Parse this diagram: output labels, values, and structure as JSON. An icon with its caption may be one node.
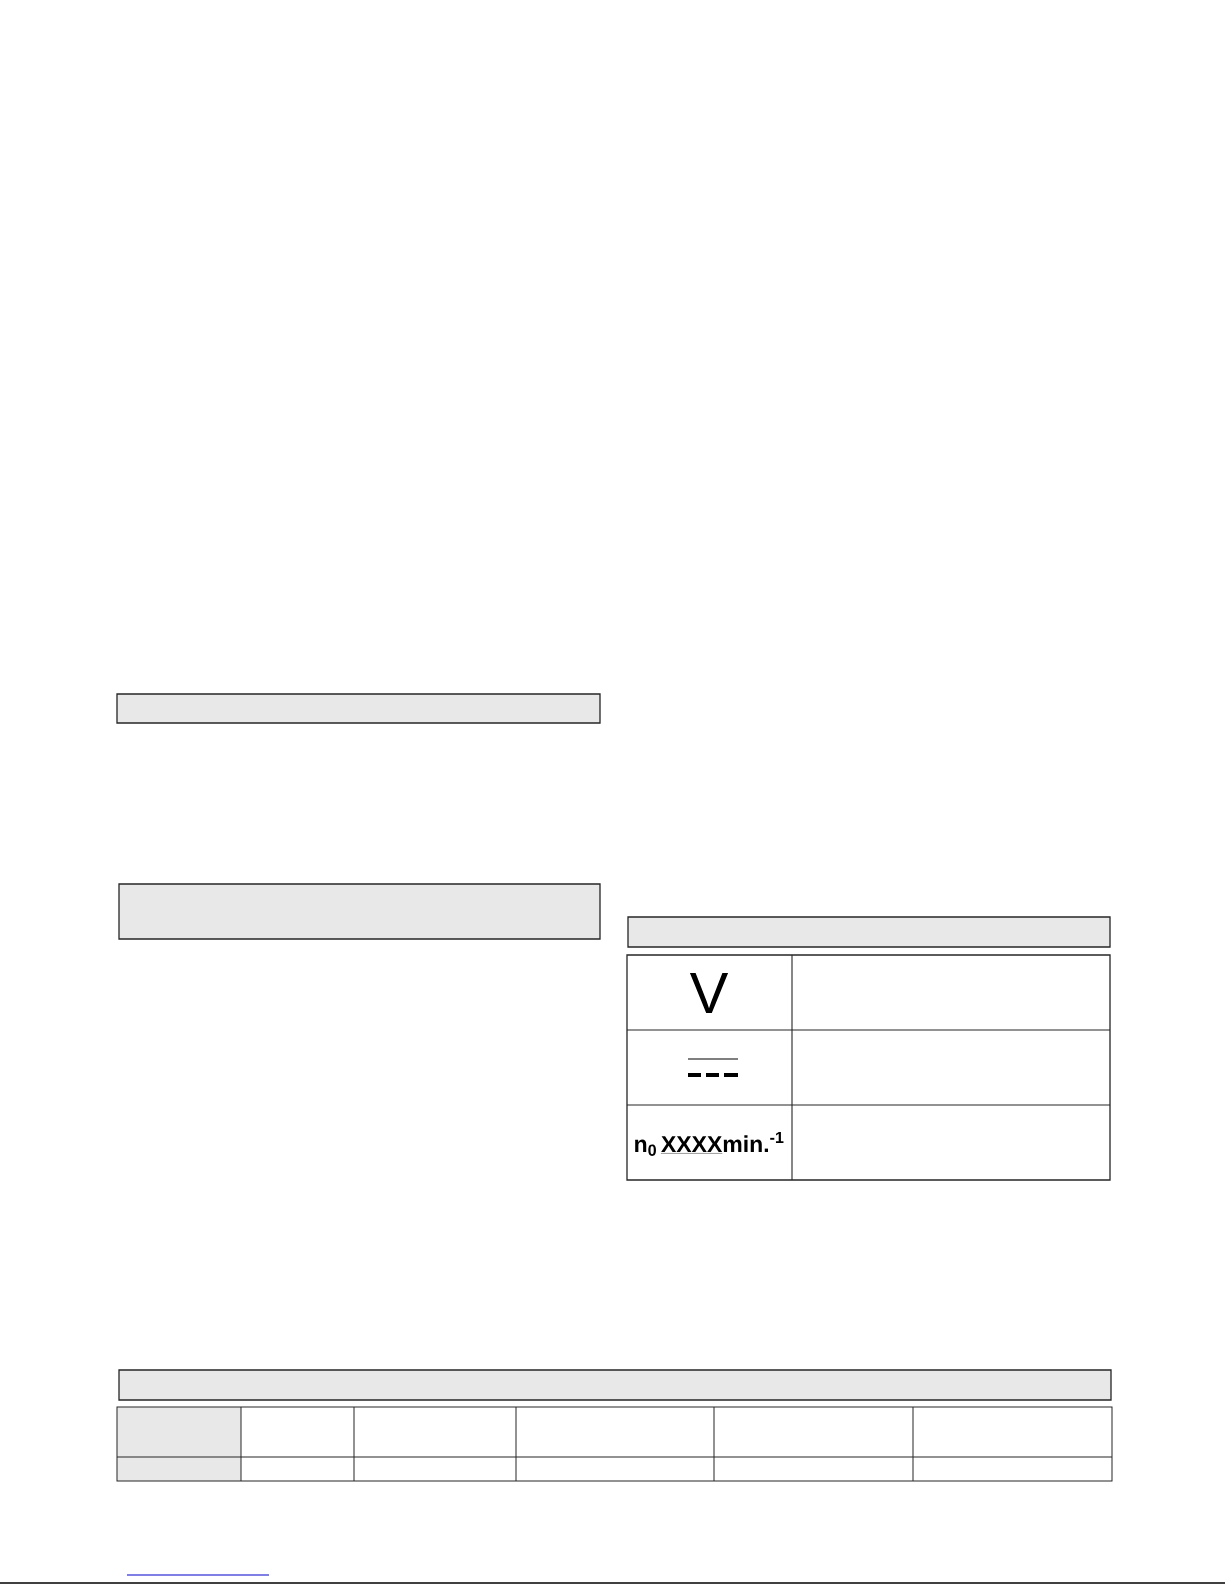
{
  "diagram": {
    "nodes": [
      {
        "text": [],
        "shape": "box"
      },
      {
        "text": [],
        "shape": "box"
      },
      {
        "text": [],
        "shape": "box"
      },
      {
        "text": [],
        "shape": "box"
      }
    ],
    "labels": [
      "V",
      "n$_{0}$",
      "XXXX",
      "min.$^{-1}$"
    ]
  }
}
